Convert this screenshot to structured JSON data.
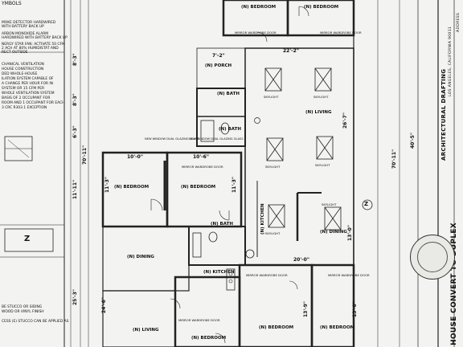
{
  "sheet": {
    "title_block": {
      "firm": "ARCHITECTURAL DRAFTING",
      "firm_address": "LOS ANGELES, CALIFORNIA 90011",
      "project": "HOUSE CONVERT TO DUPLEX",
      "revision_label": "ADDRESS"
    },
    "legend": {
      "symbols_heading": "YMBOLS",
      "notes": [
        "MOKE DETECTOR HARDWIRED",
        "WITH BATTERY BACK UP",
        "",
        "ARBON MONOXIDE ALARM",
        "HARDWIRED WITH BATTERY BACK UP",
        "",
        "NERGY STAR FAN: ACTIVATE 50 CFM",
        "2 ACH AT 80% HUMIDISTAT AND",
        "RECT OUTSIDE",
        "",
        "CHANICAL VENTILATION",
        "HOUSE CONSTRUCTION",
        "DED WHOLE-HOUSE",
        "ILATION SYSTEM CAPABLE OF",
        "A CHANGE PER HOUR FOR IN",
        "SYSTEM OR 15 CFM PER",
        "WHOLE VENTILATION SYSTEM",
        "BASIS OF 2 OCCUPANT FOR",
        "ROOM AND 1 OCCUPANT FOR EACH",
        "3 CRC R303.1 EXCEPTION"
      ],
      "bottom_notes": [
        "BE STUCCO OR SIDING",
        "WOOD OR VINYL FINISH",
        "",
        "CESS (E) STUCCO CAN BE APPLIED AS"
      ]
    },
    "rooms": {
      "bedroom_top_left": "(N) BEDROOM",
      "bedroom_top_right": "(N) BEDROOM",
      "porch": "(N) PORCH",
      "bath_1": "(N) BATH",
      "bath_2": "(N) BATH",
      "living_main": "(N) LIVING",
      "bedroom_mid_left": "(N) BEDROOM",
      "bedroom_mid_right": "(N) BEDROOM",
      "bath_3": "(N) BATH",
      "kitchen_right": "(N) KITCHEN",
      "dining_right": "(N) DINING",
      "dining_left": "(N) DINING",
      "kitchen_left": "(N) KITCHEN",
      "living_bottom": "(N) LIVING",
      "bedroom_bottom_left": "(N) BEDROOM",
      "bedroom_bottom_mid": "(N) BEDROOM",
      "bedroom_bottom_right": "(N) BEDROOM"
    },
    "dimensions": {
      "top": "22'-2\"",
      "porch_width": "7'-2\"",
      "living_right": "26'-7\"",
      "left_upper": "8'-3\"",
      "left_mid": "6'-3\"",
      "left_lower": "11'-11\"",
      "bedroom_w1": "10'-0\"",
      "bedroom_w2": "10'-6\"",
      "bedroom_h": "11'-3\"",
      "overall_left": "70'-11\"",
      "overall_right": "70'-11\"",
      "right_tall": "40'-5\"",
      "kitchen_h": "13'-0\"",
      "dining_w": "20'-0\"",
      "left_bottom": "25'-3\"",
      "left_bottom2": "24'-6\"",
      "right_bottom1": "13'-9\"",
      "right_bottom2": "13'-0\""
    },
    "labels": {
      "skylight": "SKYLIGHT",
      "wardrobe": "MIRROR WARDROBE DOOR",
      "z_symbol": "Z",
      "window_note": "NEW WINDOW DUAL GLAZING GLASS"
    }
  }
}
